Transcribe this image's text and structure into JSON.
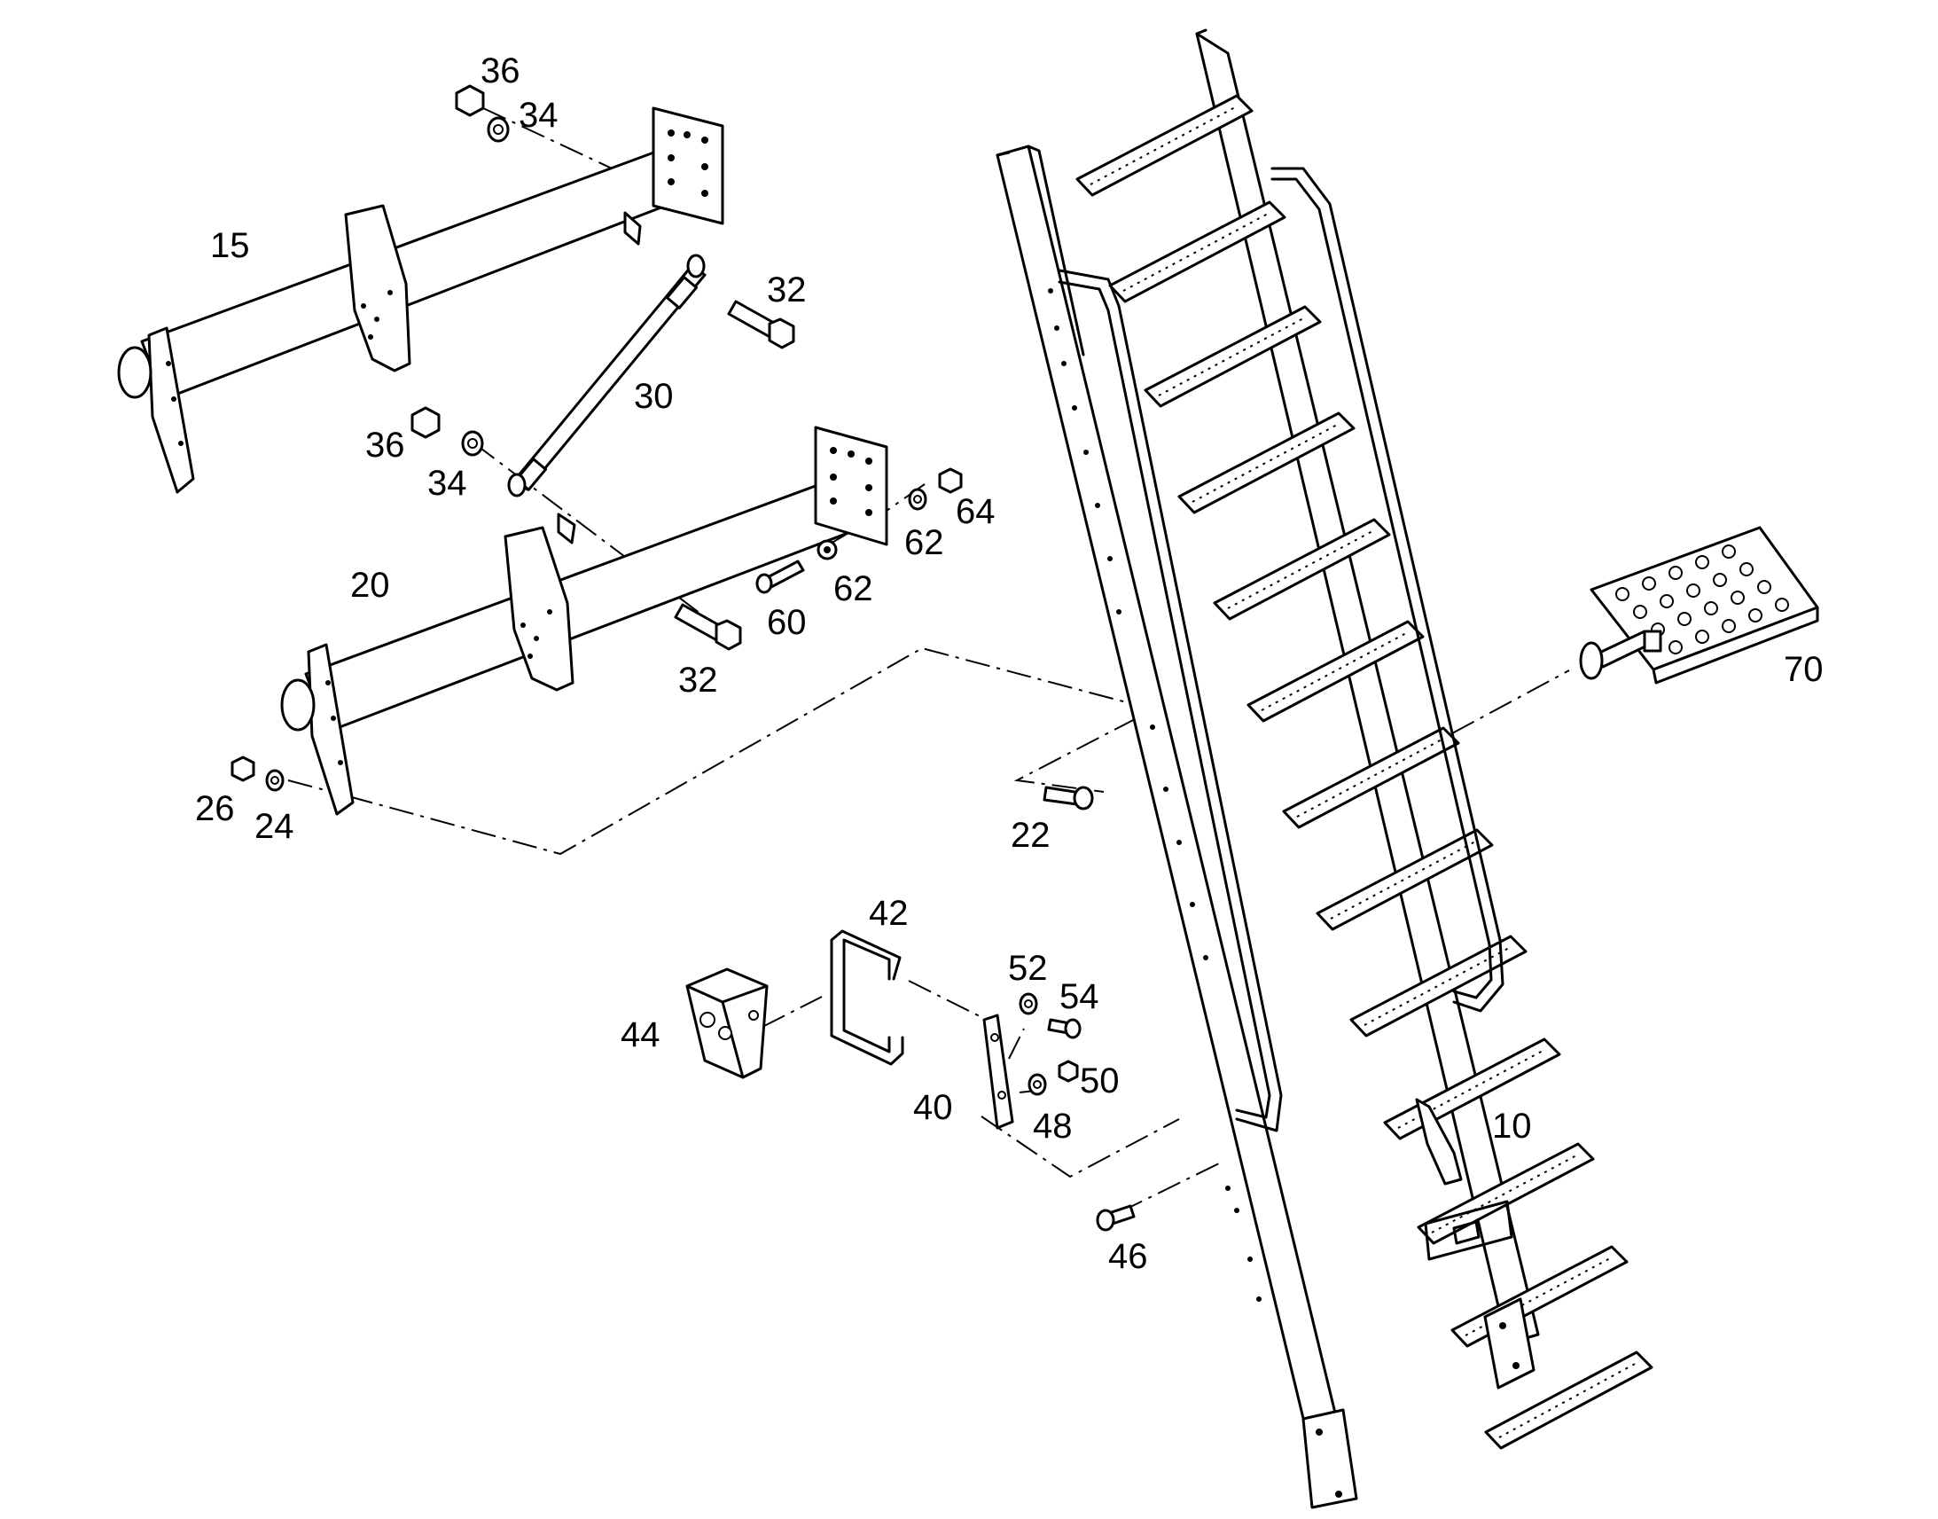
{
  "callouts": {
    "c36a": "36",
    "c34a": "34",
    "c15": "15",
    "c32a": "32",
    "c30": "30",
    "c36b": "36",
    "c34b": "34",
    "c64": "64",
    "c62a": "62",
    "c62b": "62",
    "c60": "60",
    "c20": "20",
    "c32b": "32",
    "c70": "70",
    "c22": "22",
    "c26": "26",
    "c24": "24",
    "c42": "42",
    "c52": "52",
    "c54": "54",
    "c44": "44",
    "c50": "50",
    "c40": "40",
    "c48": "48",
    "c10": "10",
    "c46": "46"
  }
}
